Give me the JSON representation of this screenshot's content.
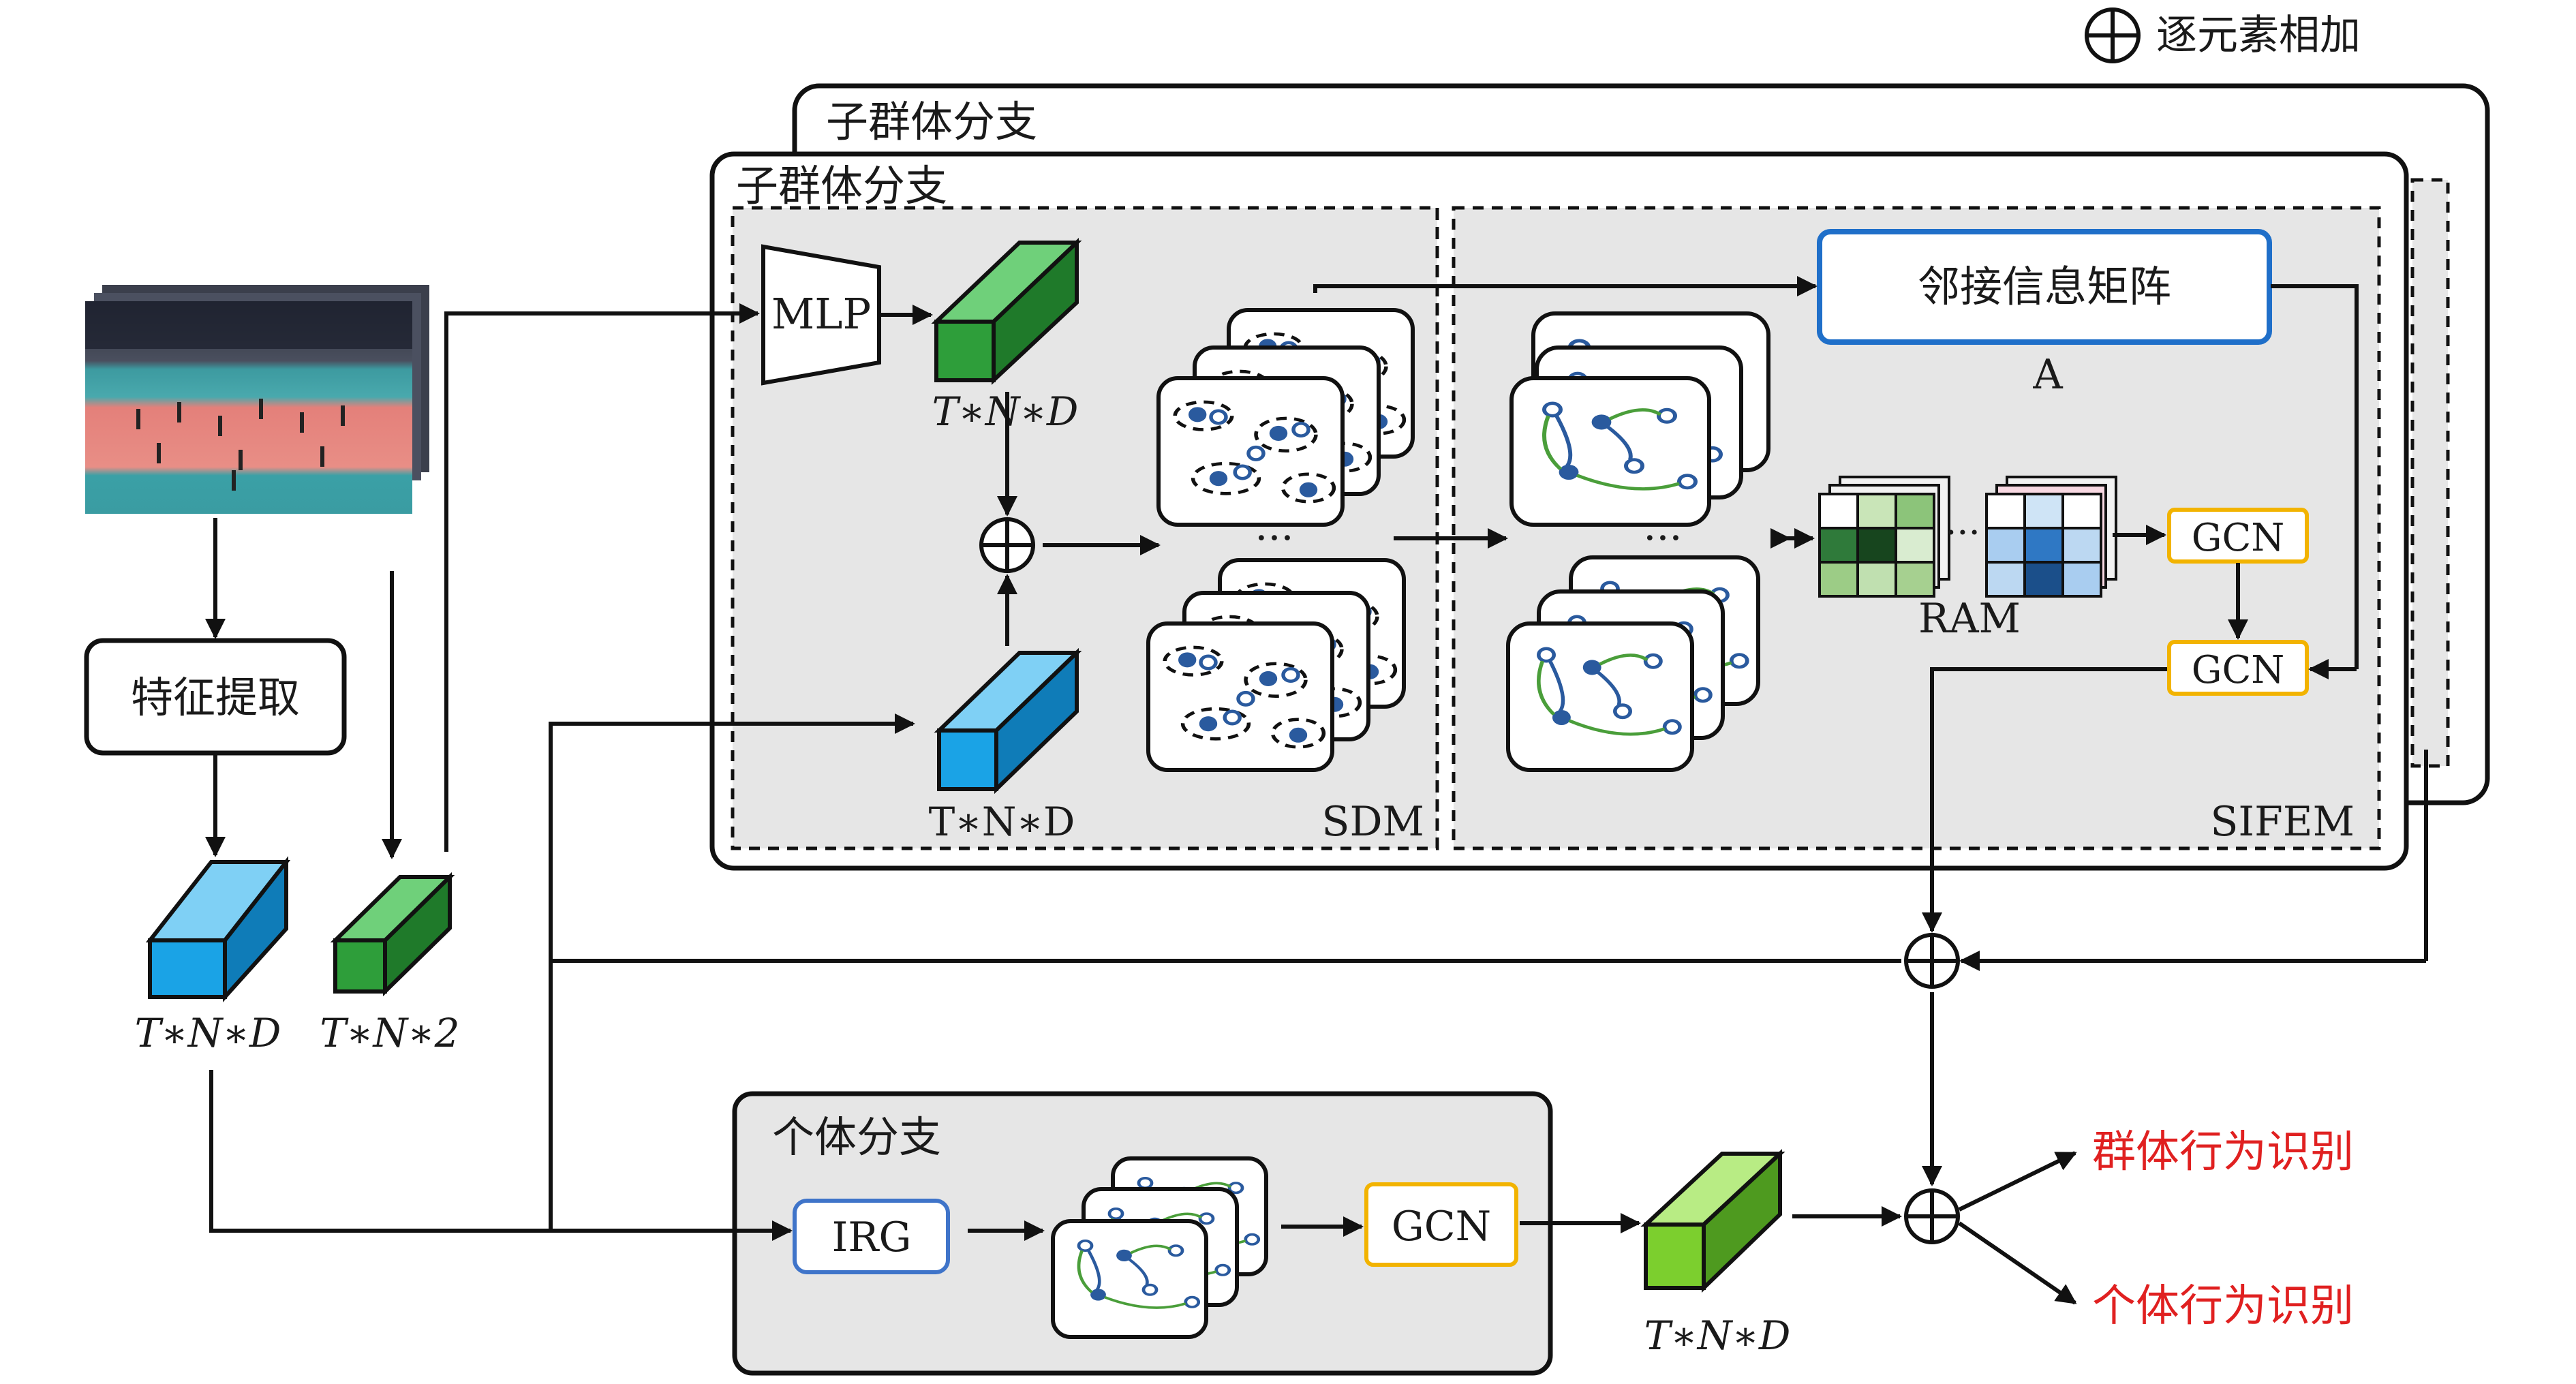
{
  "legend": {
    "plus_label": "逐元素相加"
  },
  "subgroup_back": {
    "title": "子群体分支"
  },
  "subgroup_front": {
    "title": "子群体分支"
  },
  "extract": {
    "label": "特征提取"
  },
  "mlp": {
    "label": "MLP"
  },
  "adjacency": {
    "label": "邻接信息矩阵",
    "sub": "A"
  },
  "sdm": {
    "label": "SDM"
  },
  "sifem": {
    "label": "SIFEM"
  },
  "ram": {
    "label": "RAM"
  },
  "gcn1": {
    "label": "GCN"
  },
  "gcn2": {
    "label": "GCN"
  },
  "gcn3": {
    "label": "GCN"
  },
  "irg": {
    "label": "IRG"
  },
  "individual": {
    "title": "个体分支"
  },
  "dims": {
    "blue_left": "T∗N∗D",
    "green_left": "T∗N∗2",
    "green_mid": "T∗N∗D",
    "blue_mid": "T∗N∗D",
    "green_out": "T∗N∗D"
  },
  "ellipsis": "···",
  "outputs": {
    "group": "群体行为识别",
    "individual": "个体行为识别"
  },
  "colors": {
    "blue_cube": "#1aa3e6",
    "green_cube": "#2e9e3a",
    "light_green_cube": "#7ccf2e",
    "panel_fill": "#e6e6e6",
    "adjacency_border": "#1f6fc9",
    "gcn_border": "#f2b300",
    "irg_border": "#3f74c9",
    "output_text": "#e02020"
  }
}
